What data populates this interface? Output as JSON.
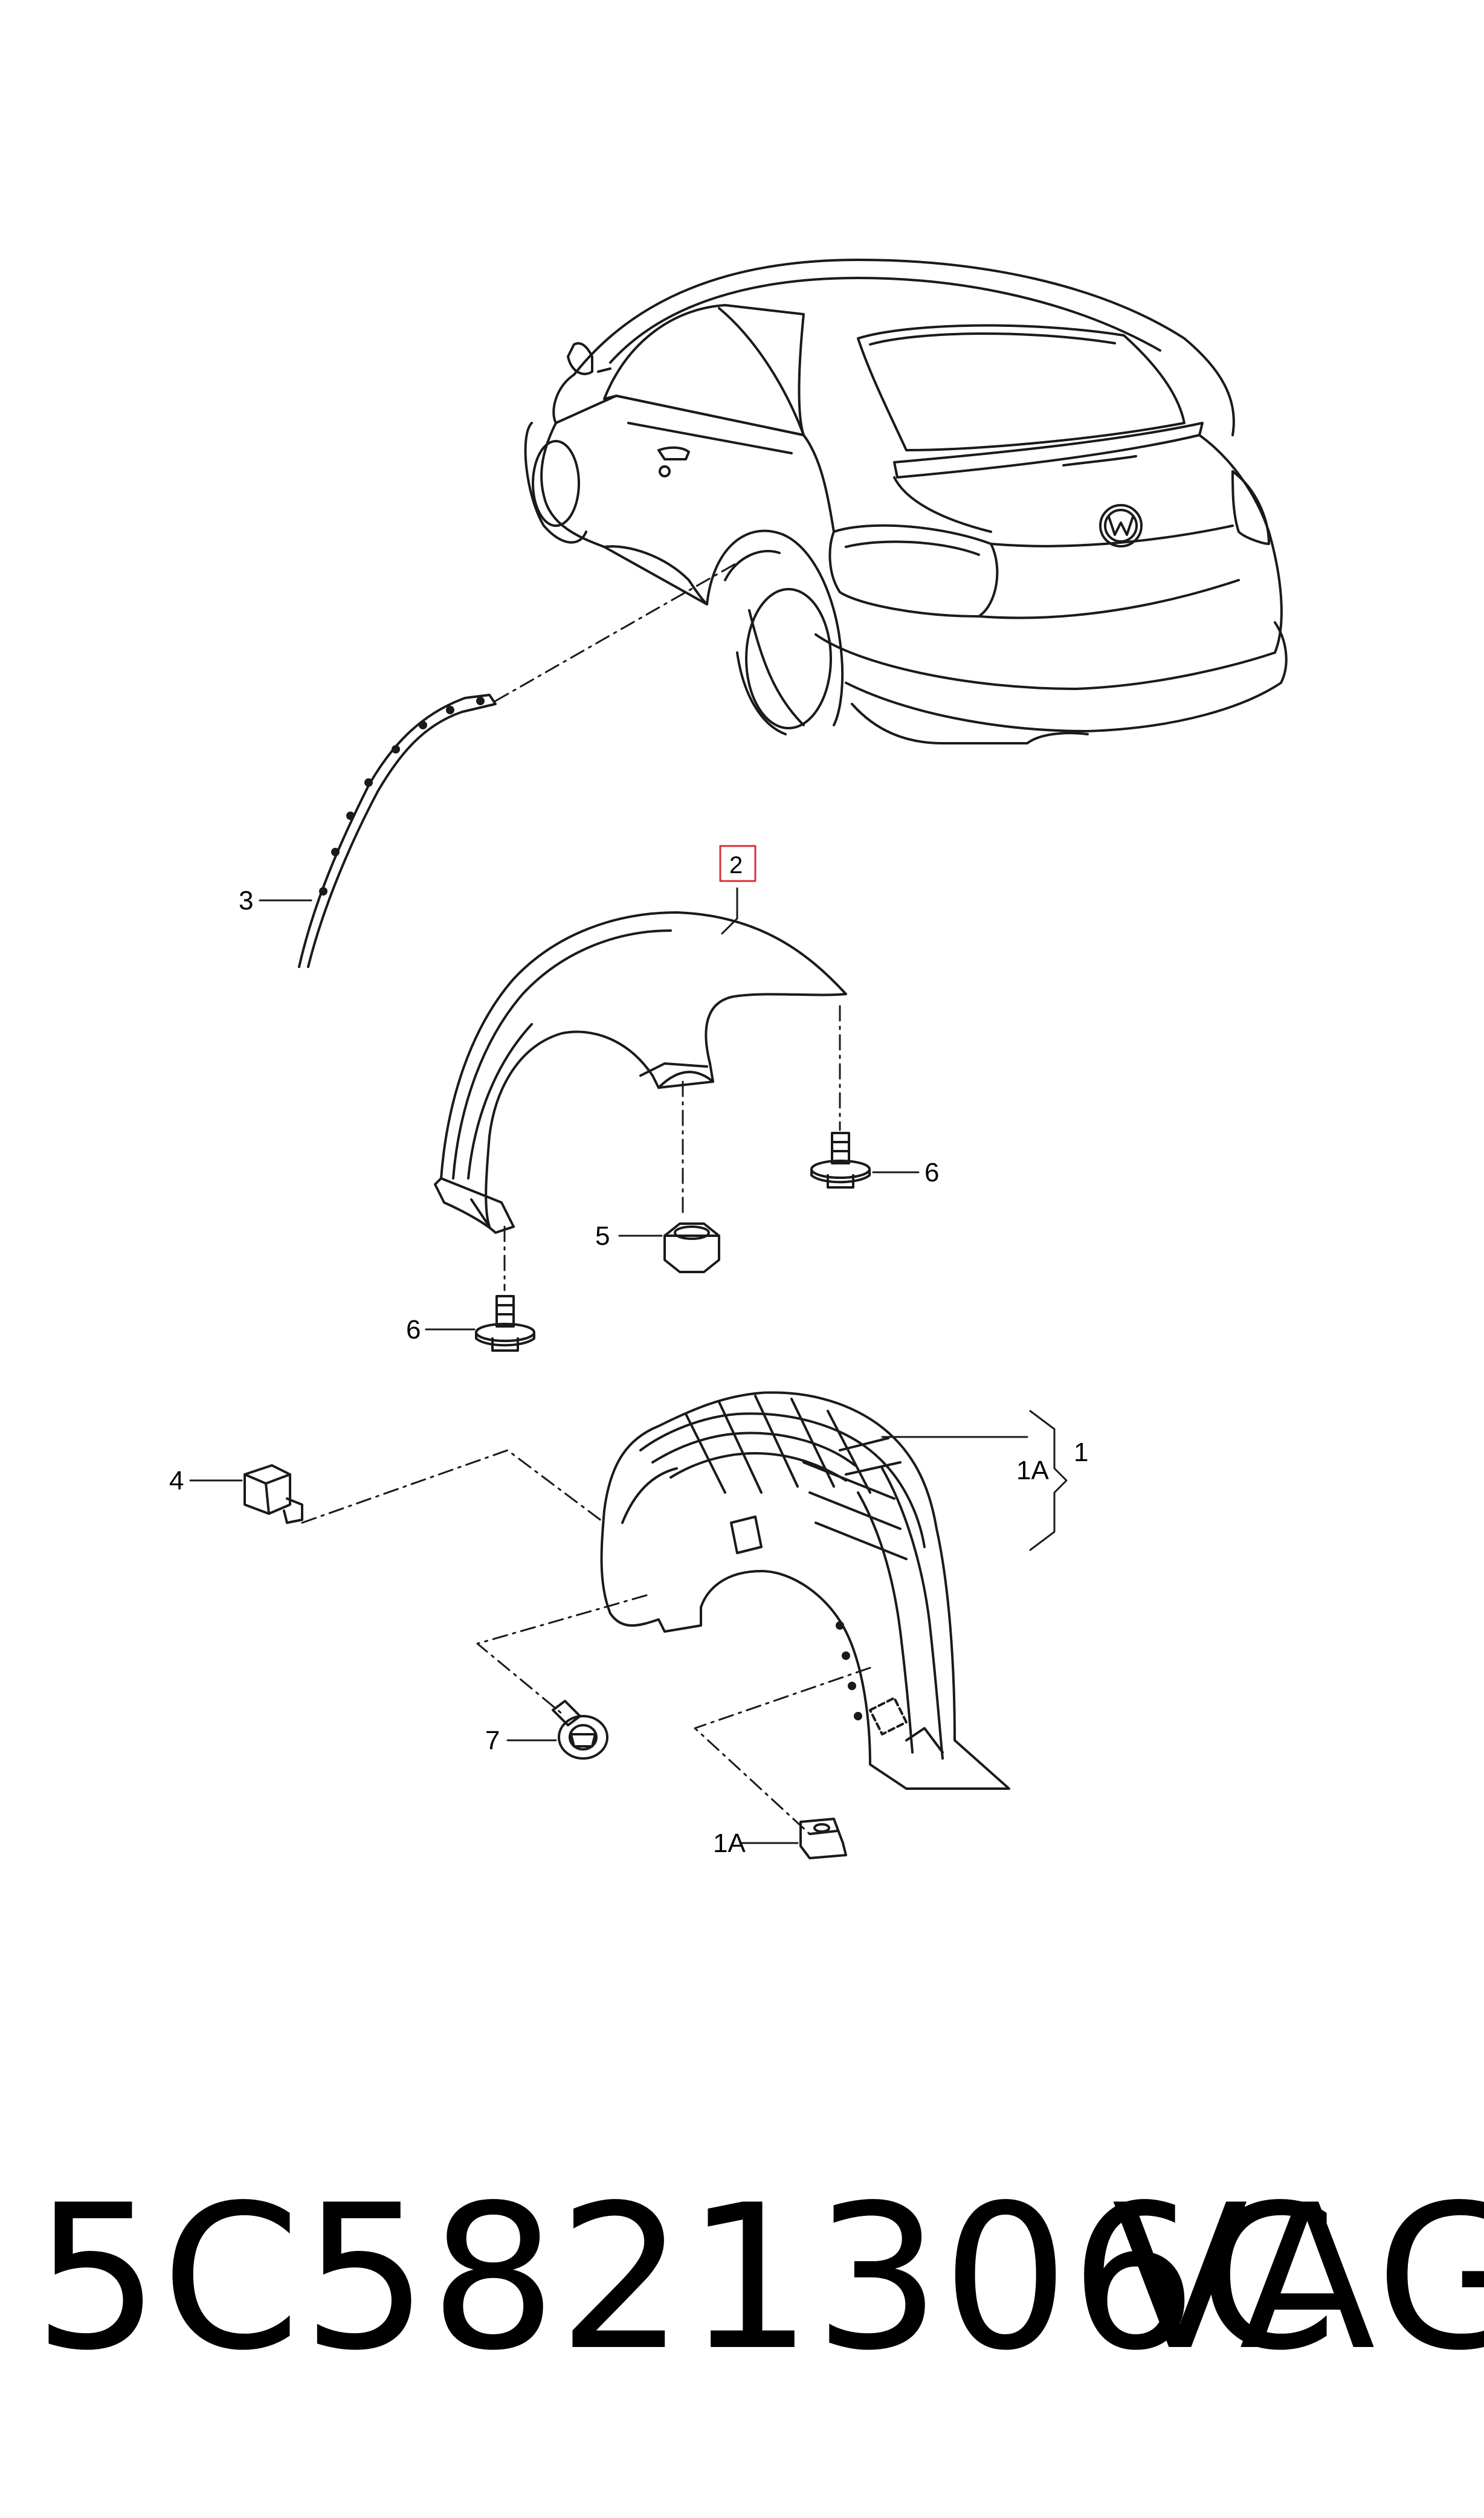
{
  "callouts": {
    "c1": "1",
    "c1a_top": "1A",
    "c1a_bottom": "1A",
    "c2": "2",
    "c3": "3",
    "c4": "4",
    "c5": "5",
    "c6_right": "6",
    "c6_left": "6",
    "c7": "7"
  },
  "footer": {
    "part_number": "5C5821306C",
    "brand": "VAG"
  },
  "colors": {
    "line": "#1a1a1a",
    "highlight_box": "#d9303a",
    "background": "#ffffff"
  }
}
